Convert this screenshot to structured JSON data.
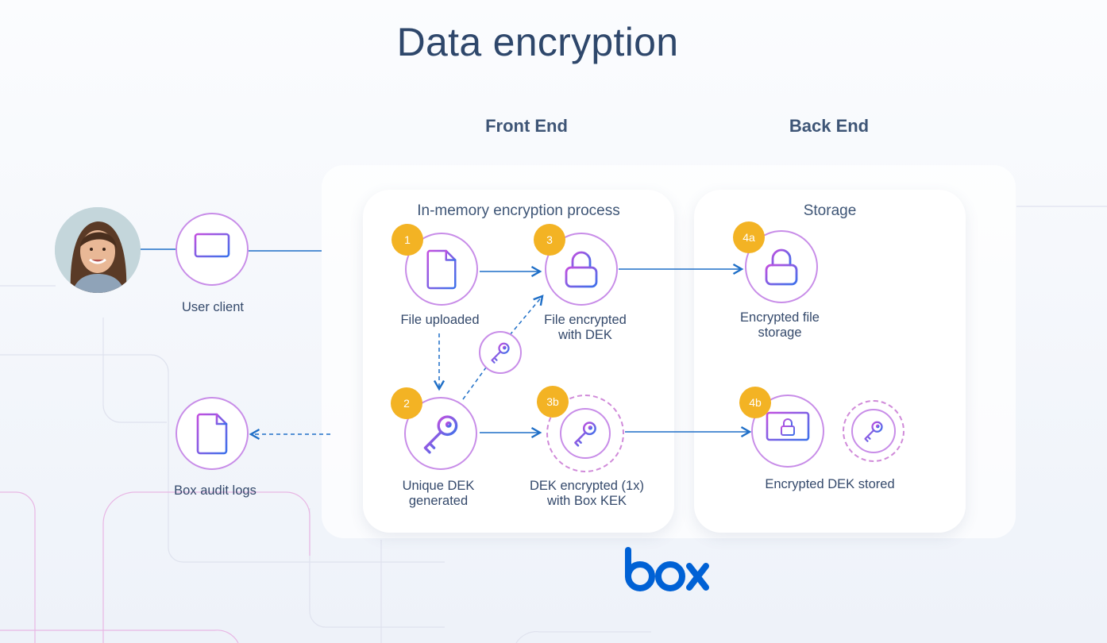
{
  "title": "Data encryption",
  "columns": {
    "front_end": "Front End",
    "back_end": "Back End"
  },
  "panels": {
    "in_memory": "In-memory encryption process",
    "storage": "Storage"
  },
  "nodes": {
    "user_client": {
      "label": "User client",
      "icon": "monitor-icon"
    },
    "audit_logs": {
      "label": "Box audit logs",
      "icon": "document-icon"
    },
    "file_uploaded": {
      "badge": "1",
      "label": "File uploaded",
      "icon": "document-icon"
    },
    "unique_dek": {
      "badge": "2",
      "label_line1": "Unique DEK",
      "label_line2": "generated",
      "icon": "key-icon"
    },
    "file_encrypted": {
      "badge": "3",
      "label_line1": "File encrypted",
      "label_line2": "with DEK",
      "icon": "lock-icon"
    },
    "dek_encrypted": {
      "badge": "3b",
      "label_line1": "DEK encrypted (1x)",
      "label_line2": "with Box KEK",
      "icon": "key-icon"
    },
    "encrypted_file_storage": {
      "badge": "4a",
      "label_line1": "Encrypted file",
      "label_line2": "storage",
      "icon": "lock-icon"
    },
    "encrypted_dek_stored": {
      "badge": "4b",
      "label": "Encrypted DEK stored",
      "icon": "monitor-lock-icon"
    }
  },
  "logo": {
    "text": "box",
    "color": "#0061d5"
  },
  "colors": {
    "accent": "#1f6fc7",
    "badge": "#f3b324",
    "icon_gradient_start": "#b84fe0",
    "icon_gradient_end": "#3d6fe8"
  }
}
